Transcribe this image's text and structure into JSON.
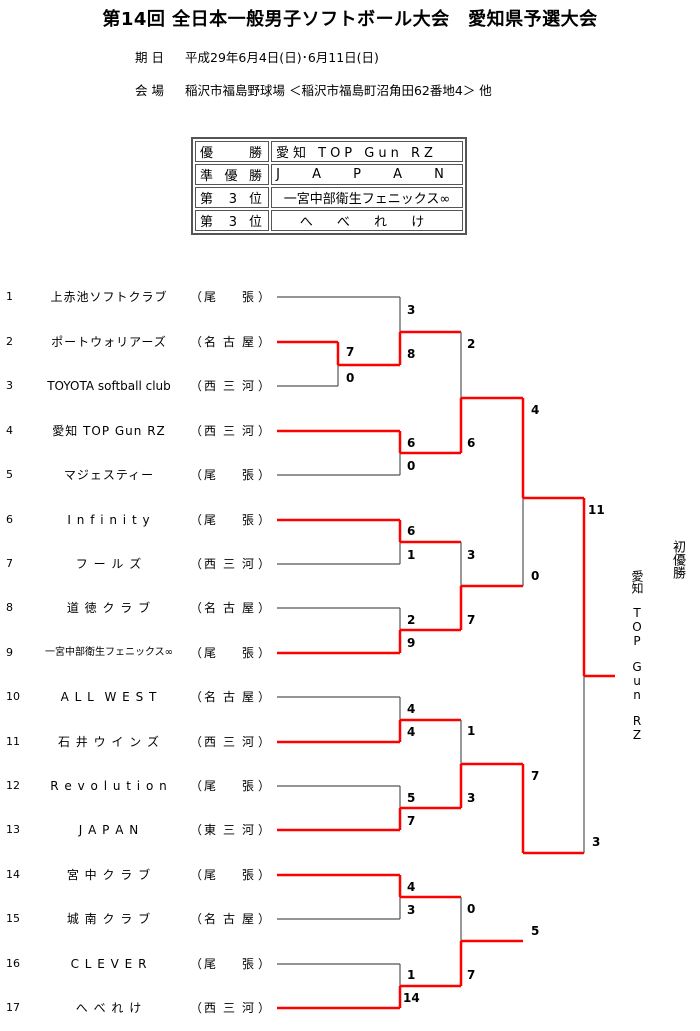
{
  "title": "第14回 全日本一般男子ソフトボール大会　愛知県予選大会",
  "date": {
    "label": "期日",
    "value": "平成29年6月4日(日)･6月11日(日)"
  },
  "venue": {
    "label": "会場",
    "value": "稲沢市福島野球場 ＜稲沢市福島町沼角田62番地4＞ 他"
  },
  "results": [
    {
      "rank": "優勝",
      "team": "愛知 TOP Gun RZ"
    },
    {
      "rank": "準優勝",
      "team": "J A P A N"
    },
    {
      "rank": "第 3 位",
      "team": "一宮中部衛生フェニックス∞"
    },
    {
      "rank": "第 3 位",
      "team": "へ べ れ け"
    }
  ],
  "teams": [
    {
      "num": "1",
      "name": "上赤池ソフトクラブ",
      "region": "尾張"
    },
    {
      "num": "2",
      "name": "ポートウォリアーズ",
      "region": "名古屋"
    },
    {
      "num": "3",
      "name": "TOYOTA softball club",
      "region": "西三河"
    },
    {
      "num": "4",
      "name": "愛知 TOP Gun RZ",
      "region": "西三河"
    },
    {
      "num": "5",
      "name": "マジェスティー",
      "region": "尾張"
    },
    {
      "num": "6",
      "name": "I n f i n i t y",
      "region": "尾張"
    },
    {
      "num": "7",
      "name": "フ ー ル ズ",
      "region": "西三河"
    },
    {
      "num": "8",
      "name": "道 徳 ク ラ ブ",
      "region": "名古屋"
    },
    {
      "num": "9",
      "name": "一宮中部衛生フェニックス∞",
      "region": "尾張"
    },
    {
      "num": "10",
      "name": "A L L  W E S T",
      "region": "名古屋"
    },
    {
      "num": "11",
      "name": "石 井 ウ イ ン ズ",
      "region": "西三河"
    },
    {
      "num": "12",
      "name": "R e v o l u t i o n",
      "region": "尾張"
    },
    {
      "num": "13",
      "name": "J A P A N",
      "region": "東三河"
    },
    {
      "num": "14",
      "name": "宮 中 ク ラ ブ",
      "region": "尾張"
    },
    {
      "num": "15",
      "name": "城 南 ク ラ ブ",
      "region": "名古屋"
    },
    {
      "num": "16",
      "name": "C L E V E R",
      "region": "尾張"
    },
    {
      "num": "17",
      "name": "へ べ れ け",
      "region": "西三河"
    }
  ],
  "bracket": {
    "matches": [
      {
        "id": "A",
        "scores": [
          "7",
          "0"
        ],
        "winner": "top"
      },
      {
        "id": "B",
        "scores": [
          "3",
          "8"
        ],
        "winner": "bottom"
      },
      {
        "id": "C",
        "scores": [
          "6",
          "0"
        ],
        "winner": "top"
      },
      {
        "id": "D",
        "scores": [
          "2",
          "6"
        ],
        "winner": "bottom"
      },
      {
        "id": "E",
        "scores": [
          "6",
          "1"
        ],
        "winner": "top"
      },
      {
        "id": "F",
        "scores": [
          "2",
          "9"
        ],
        "winner": "bottom"
      },
      {
        "id": "G",
        "scores": [
          "3",
          "7"
        ],
        "winner": "bottom"
      },
      {
        "id": "H",
        "scores": [
          "4",
          "0"
        ],
        "winner": "top"
      },
      {
        "id": "I",
        "scores": [
          "4",
          "4"
        ],
        "winner": "bottom"
      },
      {
        "id": "J",
        "scores": [
          "5",
          "7"
        ],
        "winner": "bottom"
      },
      {
        "id": "K",
        "scores": [
          "1",
          "3"
        ],
        "winner": "bottom"
      },
      {
        "id": "L",
        "scores": [
          "4",
          "3"
        ],
        "winner": "top"
      },
      {
        "id": "M",
        "scores": [
          "1",
          "14"
        ],
        "winner": "bottom"
      },
      {
        "id": "N",
        "scores": [
          "0",
          "7"
        ],
        "winner": "bottom"
      },
      {
        "id": "O",
        "scores": [
          "7",
          "5"
        ],
        "winner": "top"
      },
      {
        "id": "Final",
        "scores": [
          "11",
          "3"
        ],
        "winner": "top"
      }
    ],
    "champion": "愛知　TOP　Gun　RZ",
    "champion_note": "初優勝"
  },
  "colors": {
    "winner_line": "#ff0000",
    "loser_line": "#555555"
  }
}
